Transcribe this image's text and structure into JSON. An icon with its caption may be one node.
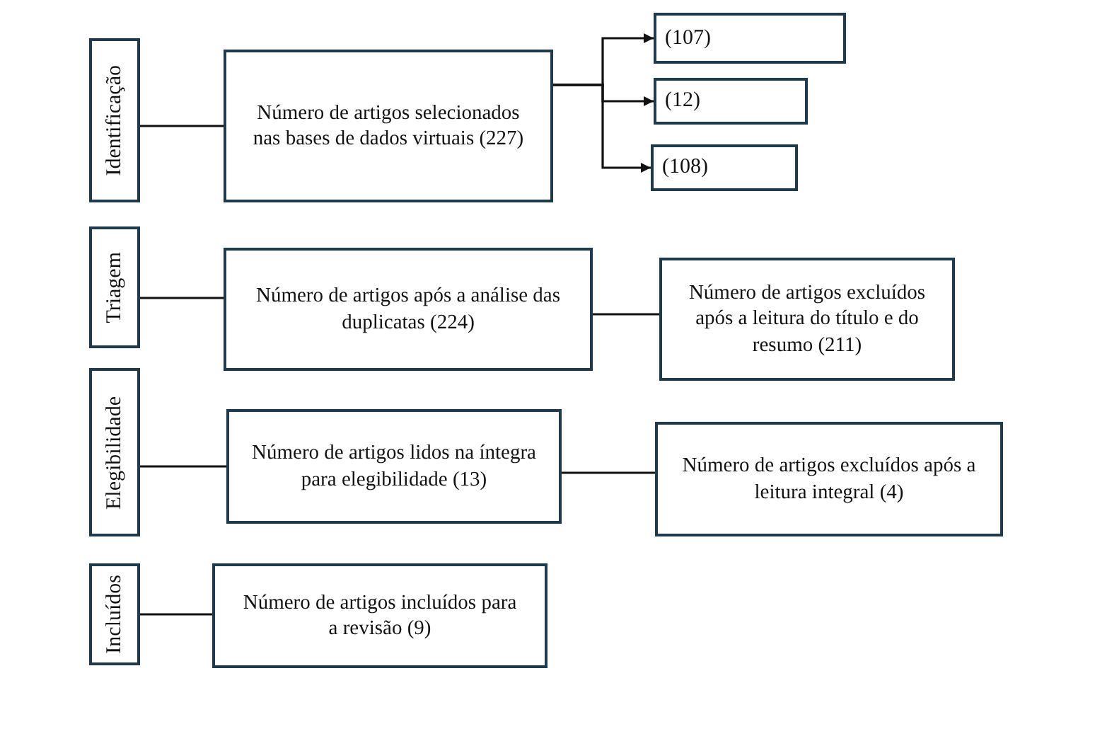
{
  "diagram": {
    "nodes": [
      {
        "text": [
          "Identificação"
        ]
      },
      {
        "text": [
          "Número de artigos selecionados nas bases de dados virtuais (227)"
        ]
      },
      {
        "text": [
          "(107)"
        ]
      },
      {
        "text": [
          "(12)"
        ]
      },
      {
        "text": [
          "(108)"
        ]
      },
      {
        "text": [
          "Triagem"
        ]
      },
      {
        "text": [
          "Número de artigos após a análise das duplicatas (224)"
        ]
      },
      {
        "text": [
          "Número de artigos excluídos após a leitura do título e do resumo (211)"
        ]
      },
      {
        "text": [
          "Elegibilidade"
        ]
      },
      {
        "text": [
          "Número de artigos lidos na íntegra para elegibilidade (13)"
        ]
      },
      {
        "text": [
          "Número de artigos excluídos após a leitura integral (4)"
        ]
      },
      {
        "text": [
          "Incluídos"
        ]
      },
      {
        "text": [
          "Número de artigos incluídos para a revisão (9)"
        ]
      }
    ],
    "edges": [
      {
        "from": 0,
        "to": 1,
        "arrow": "none"
      },
      {
        "from": 1,
        "to": 2,
        "arrow": "to"
      },
      {
        "from": 1,
        "to": 3,
        "arrow": "to"
      },
      {
        "from": 1,
        "to": 4,
        "arrow": "to"
      },
      {
        "from": 5,
        "to": 6,
        "arrow": "none"
      },
      {
        "from": 6,
        "to": 7,
        "arrow": "none"
      },
      {
        "from": 8,
        "to": 9,
        "arrow": "none"
      },
      {
        "from": 9,
        "to": 10,
        "arrow": "none"
      },
      {
        "from": 11,
        "to": 12,
        "arrow": "none"
      }
    ]
  }
}
